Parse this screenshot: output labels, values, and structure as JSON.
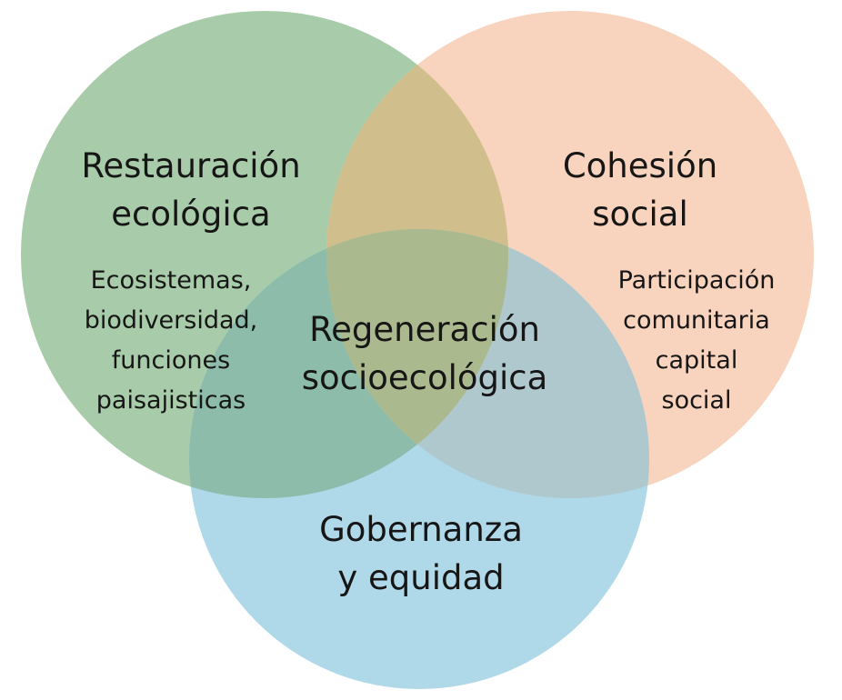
{
  "colors": {
    "green": "#a8cca9",
    "orange": "#f8d3bd",
    "blue": "#afd8e8",
    "green_orange": "#d0bf8c",
    "green_blue": "#8dbcab",
    "orange_blue": "#afc8cd",
    "center": "#abb98f"
  },
  "sets": {
    "ecological": {
      "title_1": "Restauración",
      "title_2": "ecológica",
      "desc_1": "Ecosistemas,",
      "desc_2": "biodiversidad,",
      "desc_3": "funciones",
      "desc_4": "paisajisticas"
    },
    "social": {
      "title_1": "Cohesión",
      "title_2": "social",
      "desc_1": "Participación",
      "desc_2": "comunitaria",
      "desc_3": "capital",
      "desc_4": "social"
    },
    "governance": {
      "title_1": "Gobernanza",
      "title_2": "y equidad"
    }
  },
  "center": {
    "line_1": "Regeneración",
    "line_2": "socioecológica"
  }
}
